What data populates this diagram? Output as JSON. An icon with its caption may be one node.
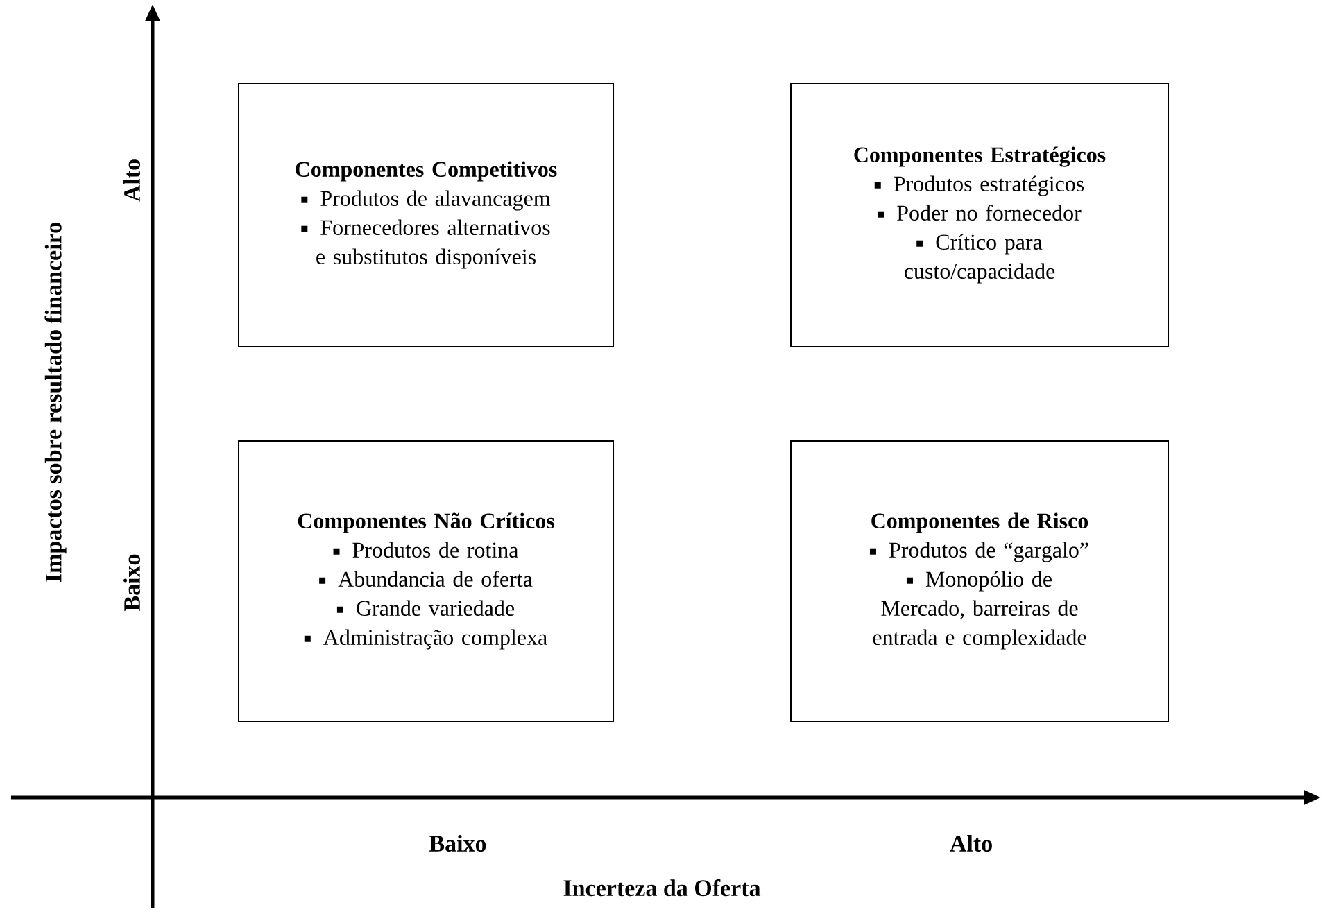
{
  "diagram": {
    "nodes": [
      {
        "text": [
          "Componentes Competitivos",
          "Produtos de alavancagem",
          "Fornecedores alternativos e substitutos disponíveis"
        ]
      },
      {
        "text": [
          "Componentes Estratégicos",
          "Produtos estratégicos",
          "Poder no fornecedor",
          "Crítico para custo/capacidade"
        ]
      },
      {
        "text": [
          "Componentes Não Críticos",
          "Produtos de rotina",
          "Abundancia de oferta",
          "Grande variedade",
          "Administração complexa"
        ]
      },
      {
        "text": [
          "Componentes de Risco",
          "Produtos de “gargalo”",
          "Monopólio de Mercado, barreiras de entrada e complexidade"
        ]
      }
    ],
    "labels": [
      "Alto",
      "Baixo",
      "Impactos sobre resultado financeiro",
      "Baixo",
      "Alto",
      "Incerteza da Oferta"
    ]
  }
}
